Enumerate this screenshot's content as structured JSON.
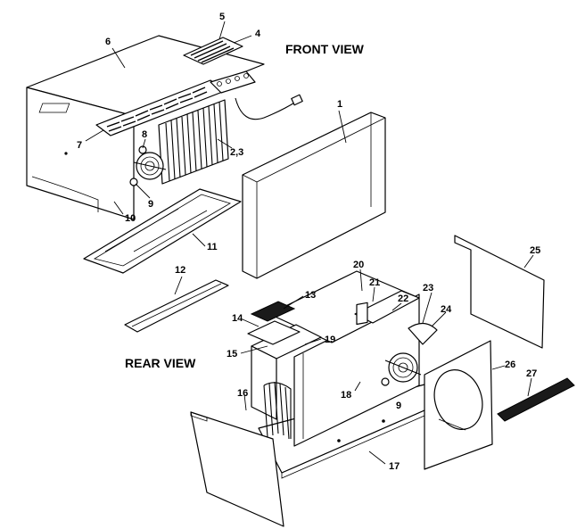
{
  "views": {
    "front": "FRONT VIEW",
    "rear": "REAR VIEW"
  },
  "labels": {
    "l1": "1",
    "l23": "2,3",
    "l4": "4",
    "l5": "5",
    "l6": "6",
    "l7": "7",
    "l8": "8",
    "l9a": "9",
    "l9b": "9",
    "l10": "10",
    "l11": "11",
    "l12": "12",
    "l13": "13",
    "l14": "14",
    "l15": "15",
    "l16": "16",
    "l17": "17",
    "l18": "18",
    "l19": "19",
    "l20": "20",
    "l21": "21",
    "l22": "22",
    "l23b": "23",
    "l24": "24",
    "l25": "25",
    "l26": "26",
    "l27": "27"
  }
}
